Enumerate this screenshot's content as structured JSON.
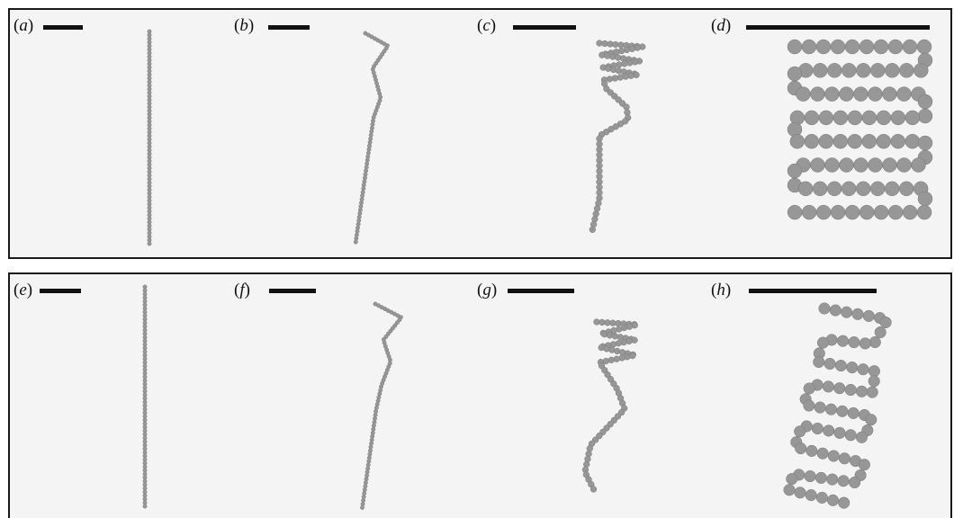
{
  "figure": {
    "rows": [
      {
        "panels": [
          {
            "id": "a",
            "label": "a"
          },
          {
            "id": "b",
            "label": "b"
          },
          {
            "id": "c",
            "label": "c"
          },
          {
            "id": "d",
            "label": "d"
          }
        ]
      },
      {
        "panels": [
          {
            "id": "e",
            "label": "e"
          },
          {
            "id": "f",
            "label": "f"
          },
          {
            "id": "g",
            "label": "g"
          },
          {
            "id": "h",
            "label": "h"
          }
        ]
      }
    ],
    "colors": {
      "bead": "#979797",
      "bead_outline": "#7a7a7a",
      "panel_background": "#f4f4f4",
      "frame": "#1a1a1a",
      "scale_bar": "#111111"
    }
  }
}
